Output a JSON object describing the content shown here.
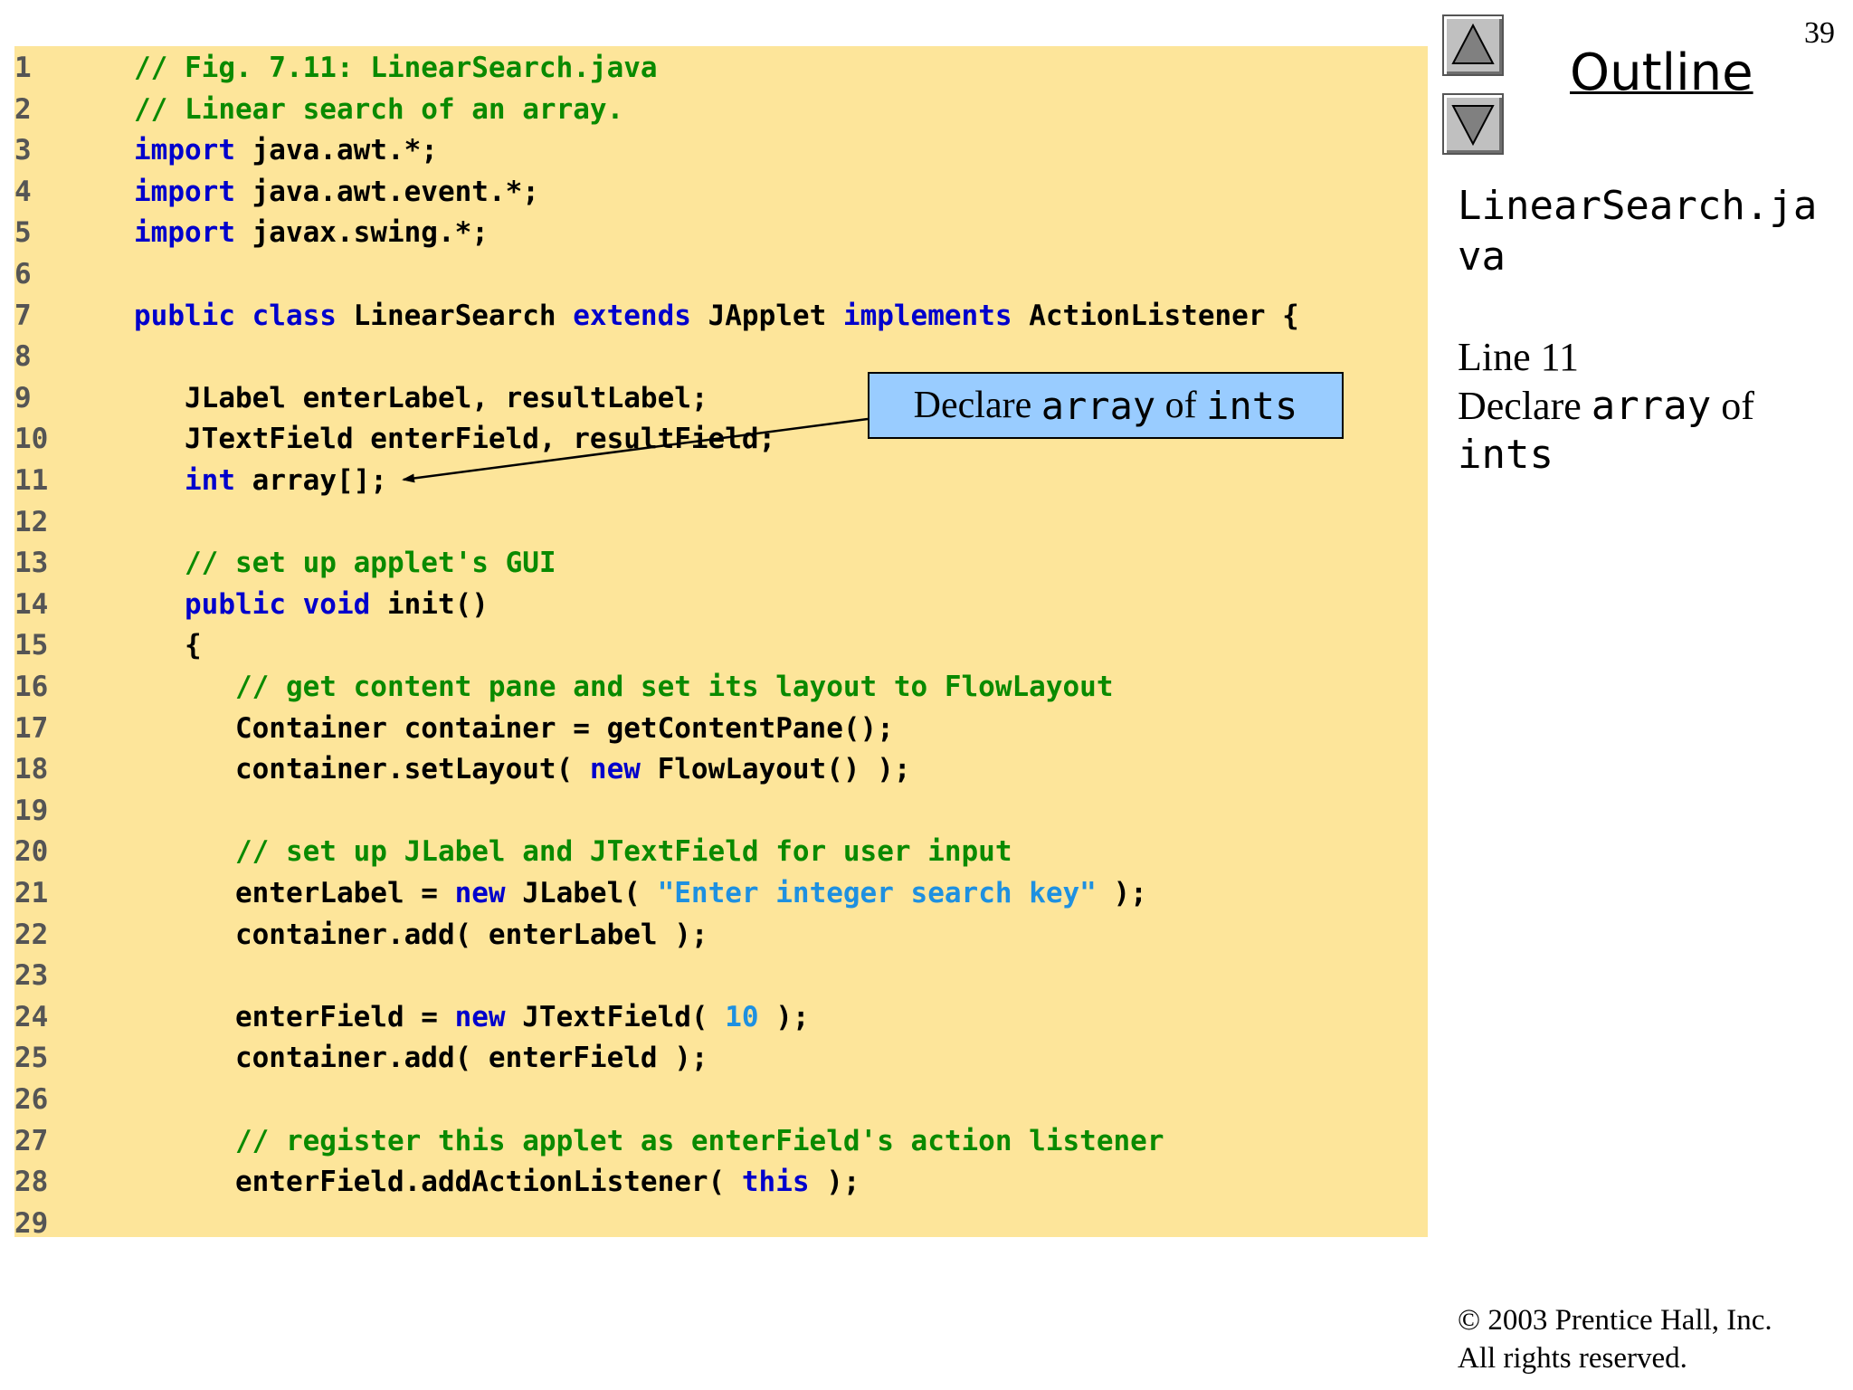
{
  "page_number": "39",
  "outline": {
    "title": "Outline",
    "nav_up_icon": "triangle-up-icon",
    "nav_down_icon": "triangle-down-icon",
    "file_name": "LinearSearch.ja\nva",
    "note": {
      "line_ref": "Line 11",
      "text_1": "Declare ",
      "code_1": "array",
      "text_2": " of",
      "code_2": "ints"
    }
  },
  "callout": {
    "text_1": "Declare ",
    "code_1": "array",
    "text_2": " of ",
    "code_2": "ints"
  },
  "code_lines": [
    {
      "n": "1",
      "tokens": [
        {
          "t": "// Fig. 7.11: LinearSearch.java",
          "c": "cm"
        }
      ]
    },
    {
      "n": "2",
      "tokens": [
        {
          "t": "// Linear search of an array.",
          "c": "cm"
        }
      ]
    },
    {
      "n": "3",
      "tokens": [
        {
          "t": "import",
          "c": "kw"
        },
        {
          "t": " java.awt.*;",
          "c": ""
        }
      ]
    },
    {
      "n": "4",
      "tokens": [
        {
          "t": "import",
          "c": "kw"
        },
        {
          "t": " java.awt.event.*;",
          "c": ""
        }
      ]
    },
    {
      "n": "5",
      "tokens": [
        {
          "t": "import",
          "c": "kw"
        },
        {
          "t": " javax.swing.*;",
          "c": ""
        }
      ]
    },
    {
      "n": "6",
      "tokens": []
    },
    {
      "n": "7",
      "tokens": [
        {
          "t": "public class",
          "c": "kw"
        },
        {
          "t": " LinearSearch ",
          "c": ""
        },
        {
          "t": "extends",
          "c": "kw"
        },
        {
          "t": " JApplet ",
          "c": ""
        },
        {
          "t": "implements",
          "c": "kw"
        },
        {
          "t": " ActionListener {",
          "c": ""
        }
      ]
    },
    {
      "n": "8",
      "tokens": []
    },
    {
      "n": "9",
      "tokens": [
        {
          "t": "   JLabel enterLabel, resultLabel;",
          "c": ""
        }
      ]
    },
    {
      "n": "10",
      "tokens": [
        {
          "t": "   JTextField enterField, resultField;",
          "c": ""
        }
      ]
    },
    {
      "n": "11",
      "tokens": [
        {
          "t": "   ",
          "c": ""
        },
        {
          "t": "int",
          "c": "kw"
        },
        {
          "t": " array[];",
          "c": ""
        }
      ]
    },
    {
      "n": "12",
      "tokens": []
    },
    {
      "n": "13",
      "tokens": [
        {
          "t": "   // set up applet's GUI",
          "c": "cm"
        }
      ]
    },
    {
      "n": "14",
      "tokens": [
        {
          "t": "   ",
          "c": ""
        },
        {
          "t": "public void",
          "c": "kw"
        },
        {
          "t": " init()",
          "c": ""
        }
      ]
    },
    {
      "n": "15",
      "tokens": [
        {
          "t": "   {",
          "c": ""
        }
      ]
    },
    {
      "n": "16",
      "tokens": [
        {
          "t": "      // get content pane and set its layout to FlowLayout",
          "c": "cm"
        }
      ]
    },
    {
      "n": "17",
      "tokens": [
        {
          "t": "      Container container = getContentPane();",
          "c": ""
        }
      ]
    },
    {
      "n": "18",
      "tokens": [
        {
          "t": "      container.setLayout( ",
          "c": ""
        },
        {
          "t": "new",
          "c": "kw"
        },
        {
          "t": " FlowLayout() );",
          "c": ""
        }
      ]
    },
    {
      "n": "19",
      "tokens": []
    },
    {
      "n": "20",
      "tokens": [
        {
          "t": "      // set up JLabel and JTextField for user input",
          "c": "cm"
        }
      ]
    },
    {
      "n": "21",
      "tokens": [
        {
          "t": "      enterLabel = ",
          "c": ""
        },
        {
          "t": "new",
          "c": "kw"
        },
        {
          "t": " JLabel( ",
          "c": ""
        },
        {
          "t": "\"Enter integer search key\"",
          "c": "st"
        },
        {
          "t": " );",
          "c": ""
        }
      ]
    },
    {
      "n": "22",
      "tokens": [
        {
          "t": "      container.add( enterLabel );",
          "c": ""
        }
      ]
    },
    {
      "n": "23",
      "tokens": []
    },
    {
      "n": "24",
      "tokens": [
        {
          "t": "      enterField = ",
          "c": ""
        },
        {
          "t": "new",
          "c": "kw"
        },
        {
          "t": " JTextField( ",
          "c": ""
        },
        {
          "t": "10",
          "c": "nm"
        },
        {
          "t": " );",
          "c": ""
        }
      ]
    },
    {
      "n": "25",
      "tokens": [
        {
          "t": "      container.add( enterField );",
          "c": ""
        }
      ]
    },
    {
      "n": "26",
      "tokens": []
    },
    {
      "n": "27",
      "tokens": [
        {
          "t": "      // register this applet as enterField's action listener",
          "c": "cm"
        }
      ]
    },
    {
      "n": "28",
      "tokens": [
        {
          "t": "      enterField.addActionListener( ",
          "c": ""
        },
        {
          "t": "this",
          "c": "kw"
        },
        {
          "t": " );",
          "c": ""
        }
      ]
    },
    {
      "n": "29",
      "tokens": []
    }
  ],
  "copyright": {
    "line_1": "© 2003 Prentice Hall, Inc.",
    "line_2": "All rights reserved."
  },
  "colors": {
    "code_background": "#fde59a",
    "keyword": "#0000cc",
    "comment": "#0a8a00",
    "string_literal": "#1e90e0",
    "callout_background": "#99ccff"
  }
}
